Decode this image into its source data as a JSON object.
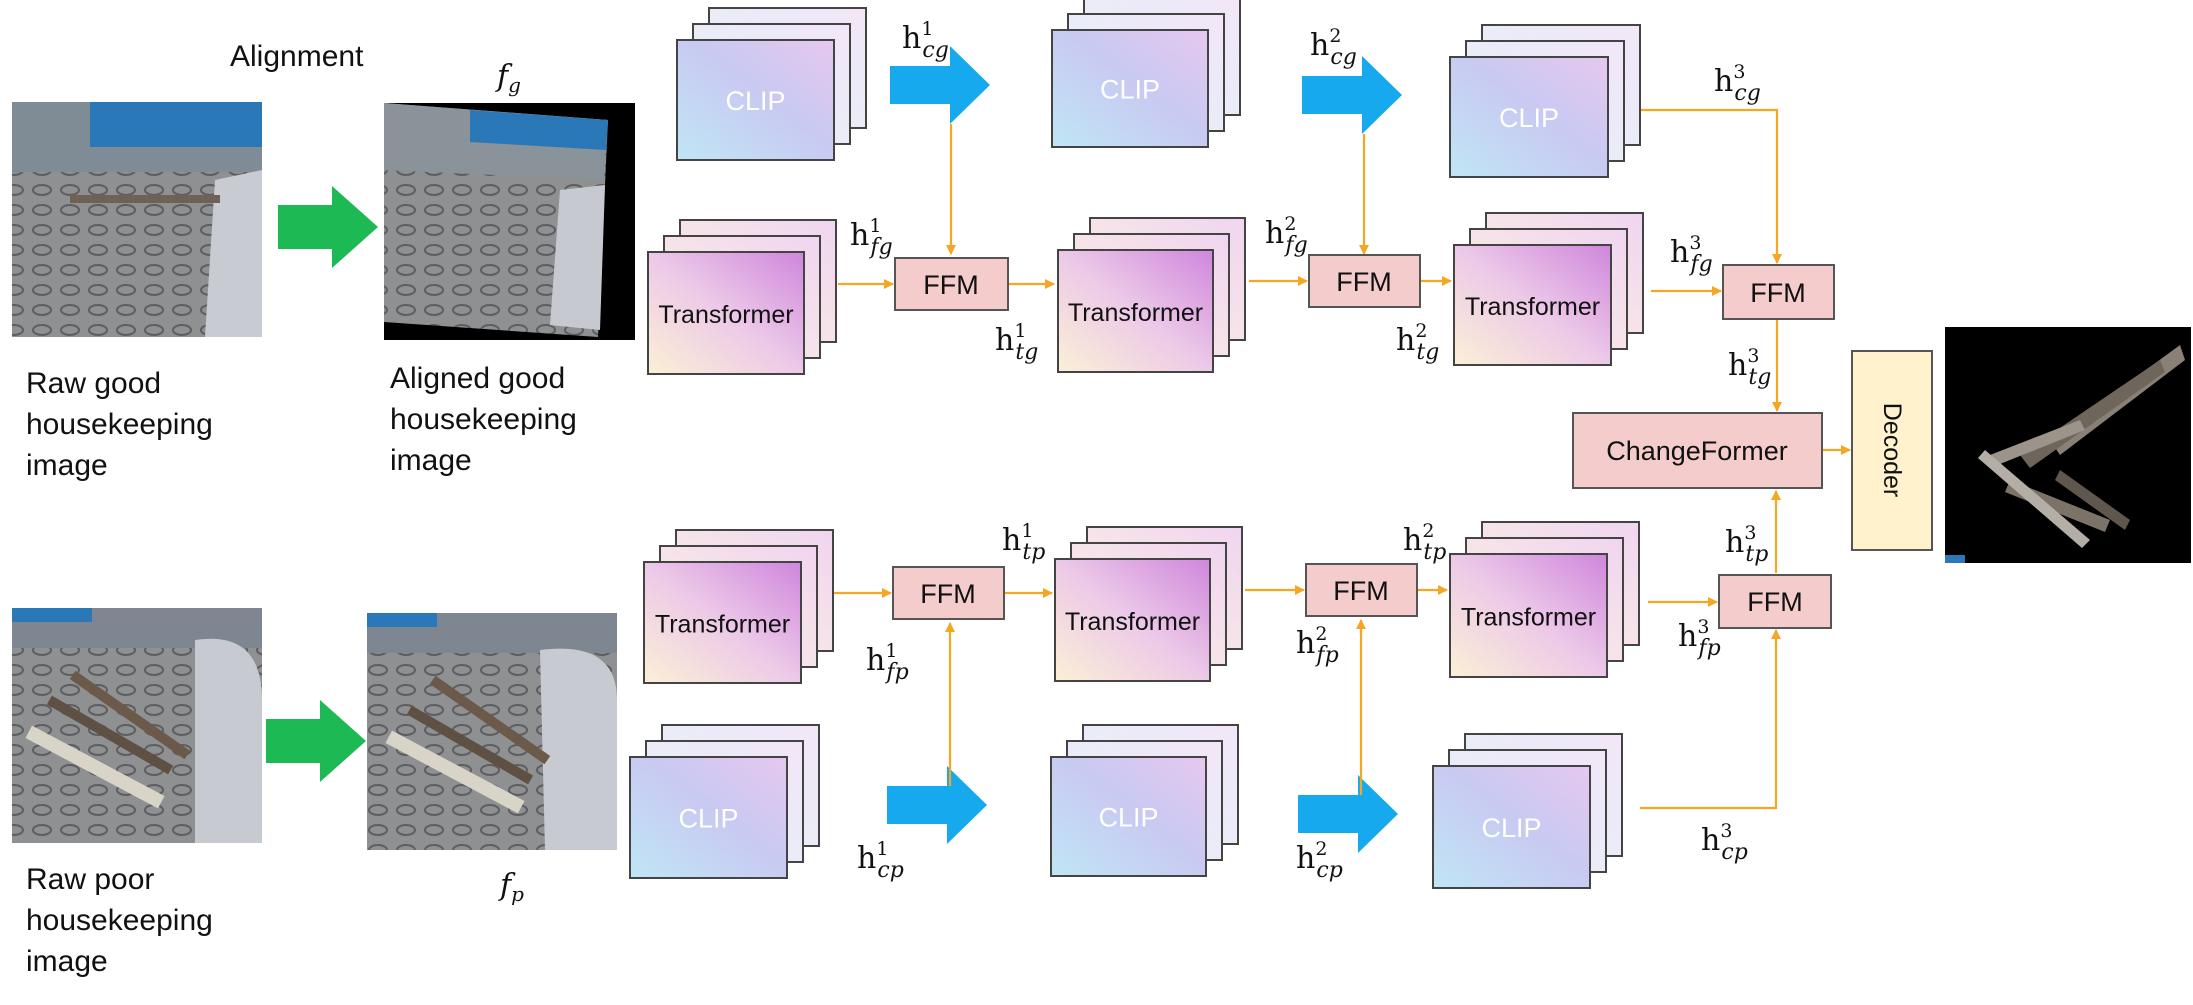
{
  "labels": {
    "alignment": "Alignment",
    "f_g": "f",
    "f_g_sub": "g",
    "f_p": "f",
    "f_p_sub": "p",
    "raw_good": [
      "Raw good",
      "housekeeping",
      "image"
    ],
    "aligned_good": [
      "Aligned good",
      "housekeeping",
      "image"
    ],
    "raw_poor": [
      "Raw poor",
      "housekeeping",
      "image"
    ]
  },
  "blocks": {
    "clip": "CLIP",
    "transformer": "Transformer",
    "ffm": "FFM",
    "changeformer": "ChangeFormer",
    "decoder": "Decoder"
  },
  "features": {
    "hcg1": {
      "base": "h",
      "sup": "1",
      "sub": "cg"
    },
    "hcg2": {
      "base": "h",
      "sup": "2",
      "sub": "cg"
    },
    "hcg3": {
      "base": "h",
      "sup": "3",
      "sub": "cg"
    },
    "hfg1": {
      "base": "h",
      "sup": "1",
      "sub": "fg"
    },
    "hfg2": {
      "base": "h",
      "sup": "2",
      "sub": "fg"
    },
    "hfg3": {
      "base": "h",
      "sup": "3",
      "sub": "fg"
    },
    "htg1": {
      "base": "h",
      "sup": "1",
      "sub": "tg"
    },
    "htg2": {
      "base": "h",
      "sup": "2",
      "sub": "tg"
    },
    "htg3": {
      "base": "h",
      "sup": "3",
      "sub": "tg"
    },
    "htp1": {
      "base": "h",
      "sup": "1",
      "sub": "tp"
    },
    "htp2": {
      "base": "h",
      "sup": "2",
      "sub": "tp"
    },
    "htp3": {
      "base": "h",
      "sup": "3",
      "sub": "tp"
    },
    "hfp1": {
      "base": "h",
      "sup": "1",
      "sub": "fp"
    },
    "hfp2": {
      "base": "h",
      "sup": "2",
      "sub": "fp"
    },
    "hfp3": {
      "base": "h",
      "sup": "3",
      "sub": "fp"
    },
    "hcp1": {
      "base": "h",
      "sup": "1",
      "sub": "cp"
    },
    "hcp2": {
      "base": "h",
      "sup": "2",
      "sub": "cp"
    },
    "hcp3": {
      "base": "h",
      "sup": "3",
      "sub": "cp"
    }
  },
  "colors": {
    "arrow_orange": "#f5a623",
    "big_arrow_green": "#1db954",
    "big_arrow_blue": "#16a9ee",
    "ffm_fill": "#f4cccc",
    "changeformer_fill": "#f4cccc",
    "decoder_fill": "#fff2cc",
    "box_stroke": "#555555"
  }
}
